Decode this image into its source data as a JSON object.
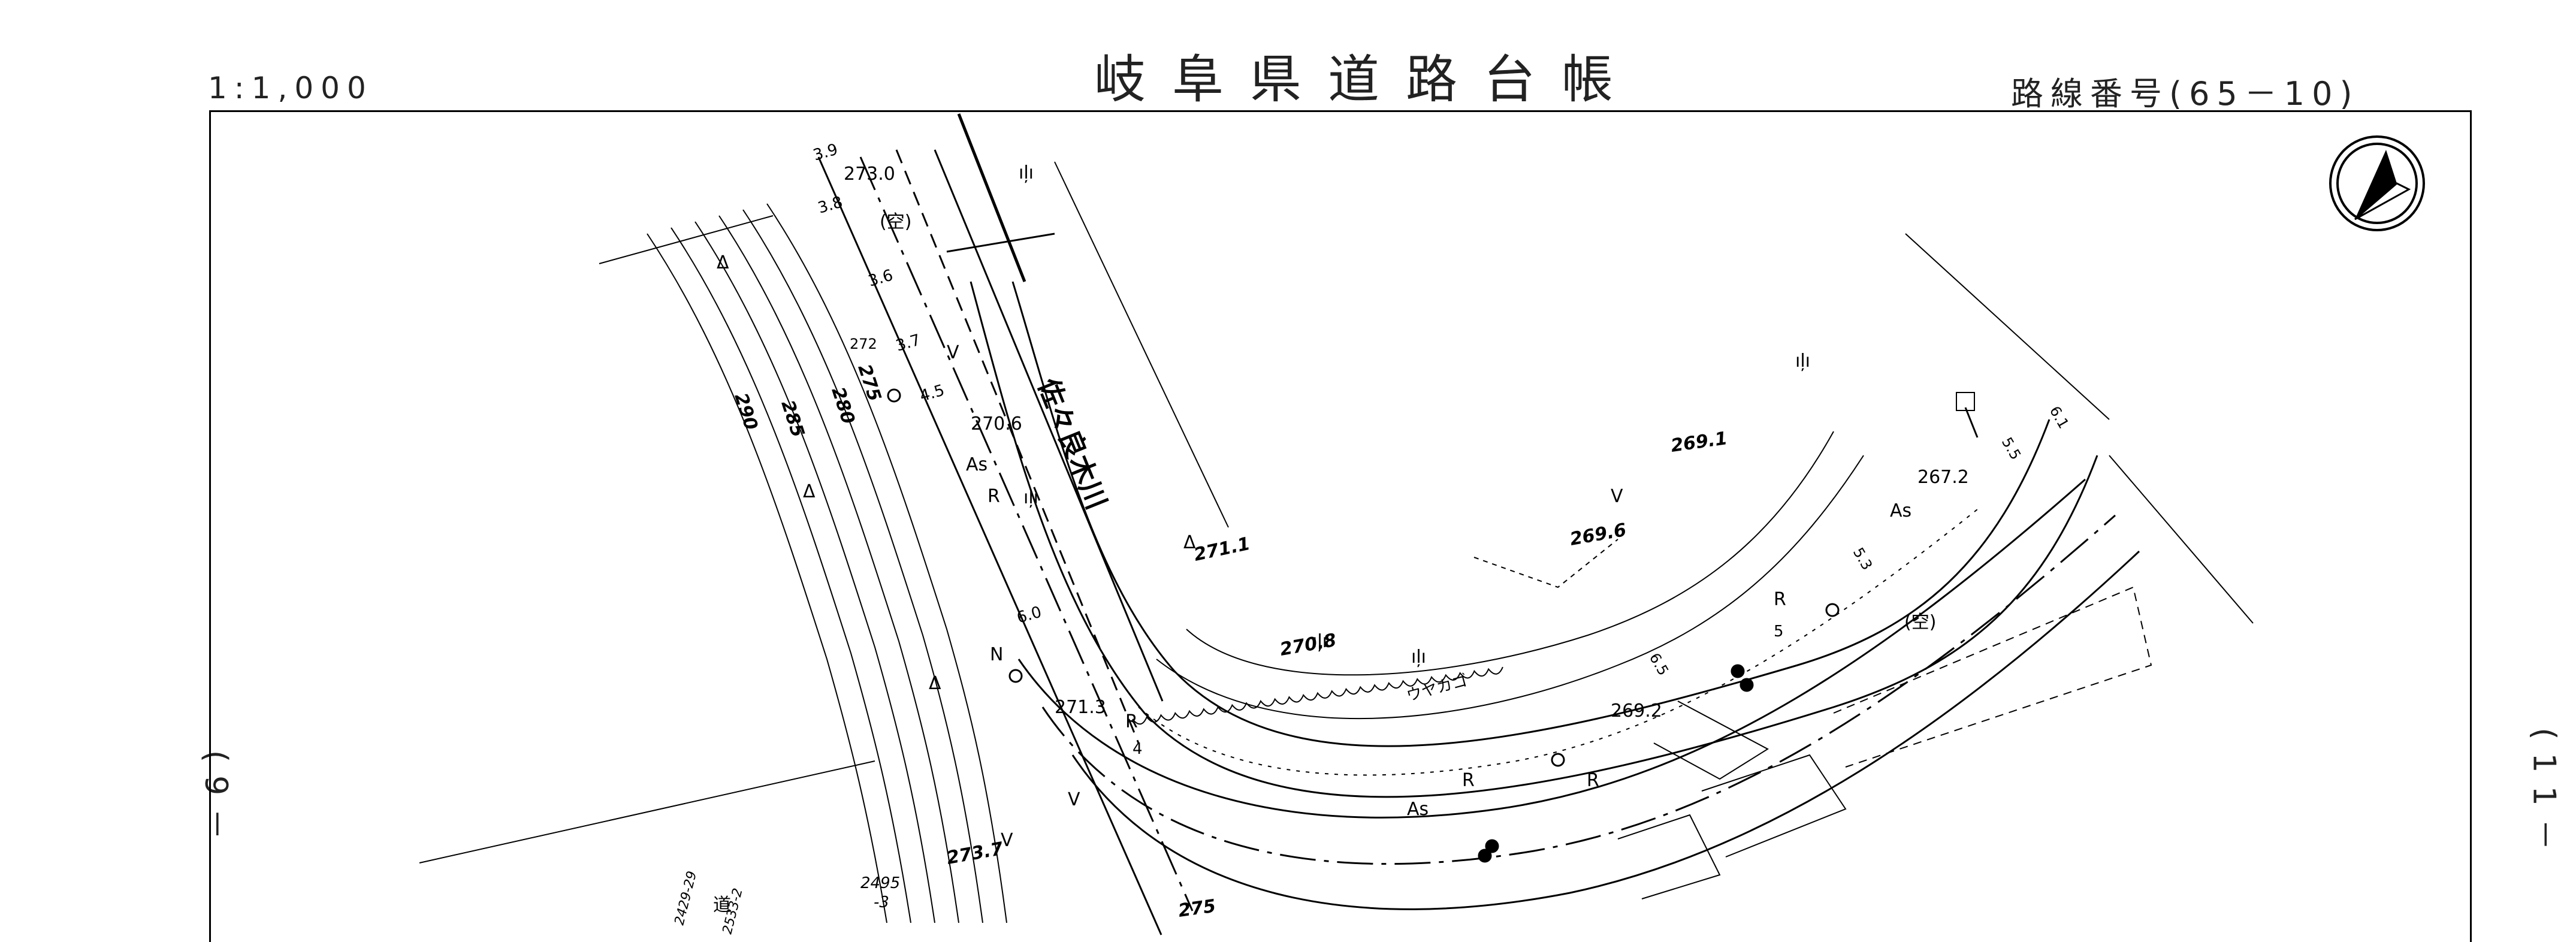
{
  "header": {
    "title": "岐阜県道路台帳",
    "scale": "1:1,000",
    "route_number": "路線番号(65－10)"
  },
  "sheet_refs": {
    "left": "(9－",
    "right": "(11－"
  },
  "map": {
    "river_name": "佐々良木川",
    "vacant_labels": [
      "(空)",
      "(空)"
    ],
    "road_label": "道",
    "marks": {
      "asphalt": "As",
      "road_edge": "R",
      "tree": "Δ",
      "grass": "ıļı",
      "field": "V",
      "ditch": "ウヤカゴ",
      "north_marker": "N"
    },
    "elevations": [
      "273.0",
      "270.6",
      "271.3",
      "273.7",
      "270.8",
      "269.6",
      "269.1",
      "267.2",
      "269.2",
      "271.1",
      "275"
    ],
    "contours": [
      "290",
      "285",
      "280",
      "275",
      "272"
    ],
    "widths": [
      "3.9",
      "3.8",
      "3.6",
      "3.7",
      "4.5",
      "6.0",
      "4",
      "5",
      "6.5",
      "5.3",
      "5.5",
      "6.1"
    ],
    "parcels": [
      "2495\n-3",
      "2429-29",
      "2533-2"
    ]
  },
  "colors": {
    "ink": "#000000",
    "paper": "#ffffff"
  }
}
